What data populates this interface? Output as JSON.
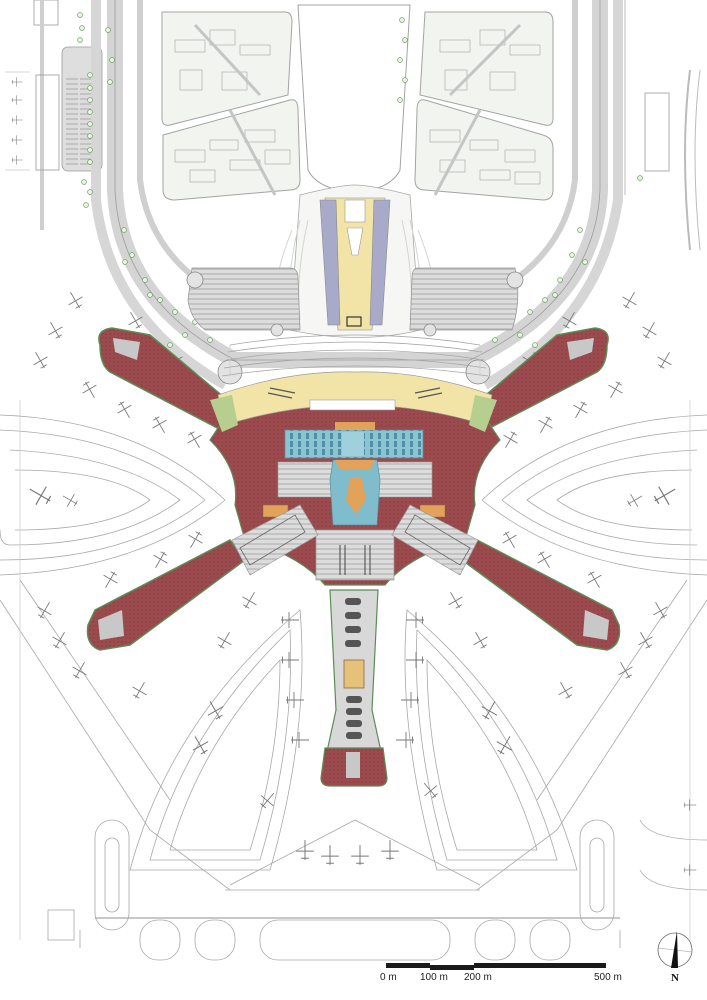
{
  "figure": {
    "type": "airport terminal site plan",
    "colors": {
      "background": "#ffffff",
      "linework": "#9a9a9a",
      "road_fill": "#d9d9d9",
      "landscape_fill": "#eef2ec",
      "tree_green": "#8fbf7a",
      "terminal_red": "#9b4a4e",
      "terminal_grey": "#c8c8c8",
      "checkin_blue": "#7fbccc",
      "plaza_yellow": "#f2e4a6",
      "court_orange": "#e2a25a",
      "lane_purple": "#a9a9c9",
      "garden_green": "#b6cf8e"
    },
    "regions": [
      {
        "name": "north-landside-blocks",
        "label": ""
      },
      {
        "name": "central-landside-plaza",
        "label": ""
      },
      {
        "name": "parking-garages",
        "label": ""
      },
      {
        "name": "terminal-core",
        "label": ""
      },
      {
        "name": "pier-northwest",
        "label": ""
      },
      {
        "name": "pier-northeast",
        "label": ""
      },
      {
        "name": "pier-southwest",
        "label": ""
      },
      {
        "name": "pier-southeast",
        "label": ""
      },
      {
        "name": "pier-south",
        "label": ""
      },
      {
        "name": "aircraft-stands",
        "label": ""
      },
      {
        "name": "taxiways",
        "label": ""
      }
    ]
  },
  "scale_bar": {
    "labels": [
      "0 m",
      "100 m",
      "200 m",
      "500 m"
    ]
  },
  "north_arrow": {
    "label": "N"
  }
}
